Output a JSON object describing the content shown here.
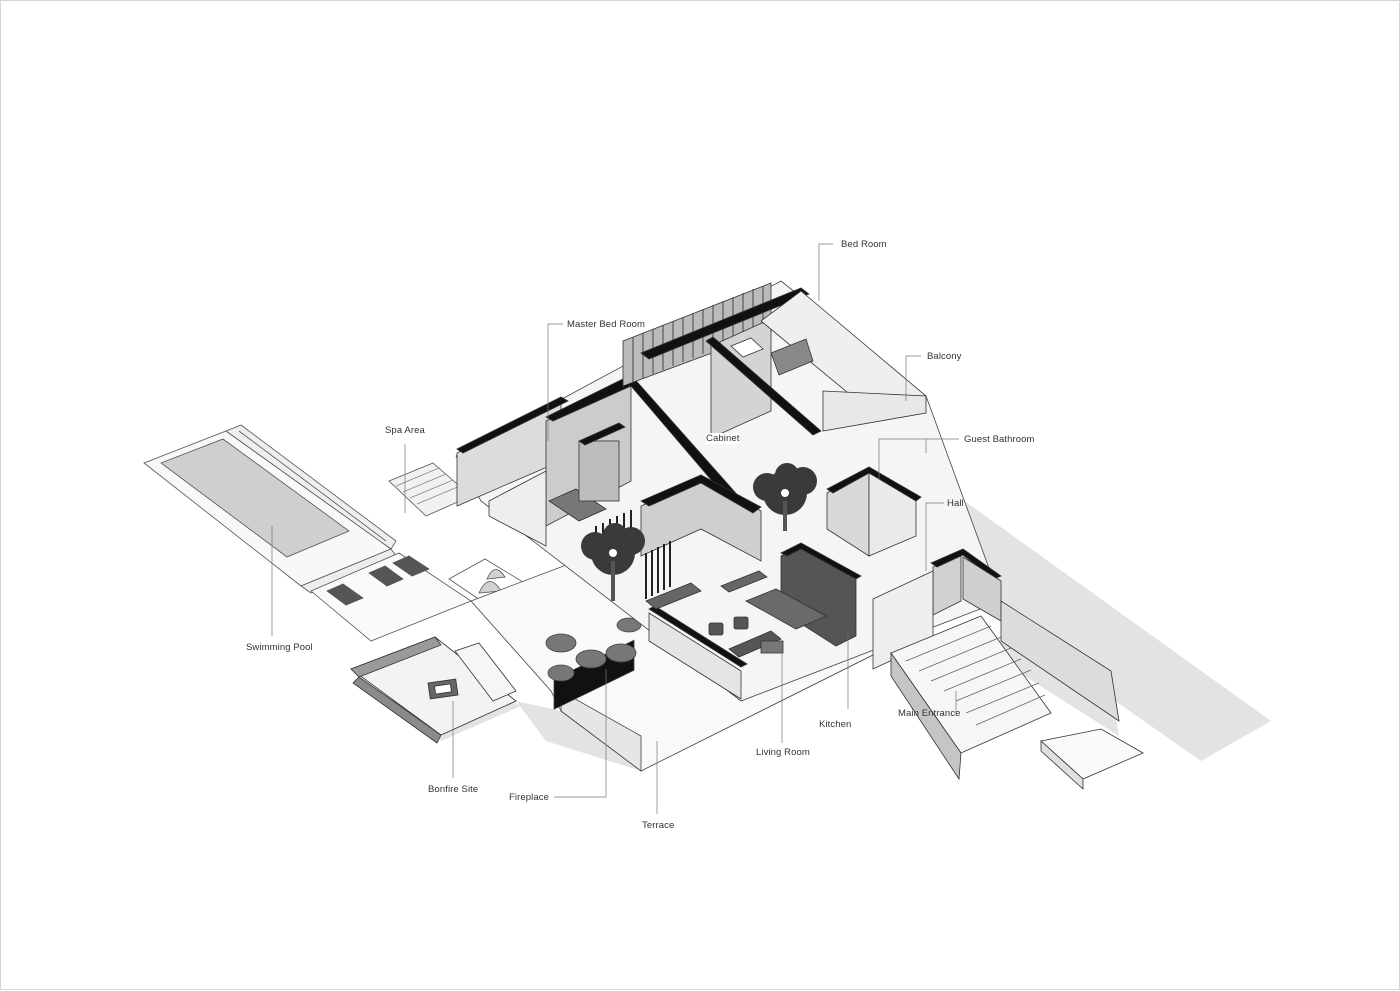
{
  "labels": {
    "bed_room": "Bed Room",
    "master_bed_room": "Master Bed Room",
    "balcony": "Balcony",
    "spa_area": "Spa Area",
    "guest_bathroom": "Guest Bathroom",
    "cabinet": "Cabinet",
    "hall": "Hall",
    "swimming_pool": "Swimming Pool",
    "kitchen": "Kitchen",
    "main_entrance": "Main Entrance",
    "living_room": "Living Room",
    "bonfire_site": "Bonfire Site",
    "fireplace": "Fireplace",
    "terrace": "Terrace"
  },
  "colors": {
    "wall_cut": "#111111",
    "wall_face": "#e4e4e4",
    "wall_shade": "#bdbdbd",
    "floor": "#f7f7f7",
    "shadow": "#d9d9d9",
    "pool_water": "#cfcfcf",
    "line": "#555555",
    "leader": "#777777"
  }
}
